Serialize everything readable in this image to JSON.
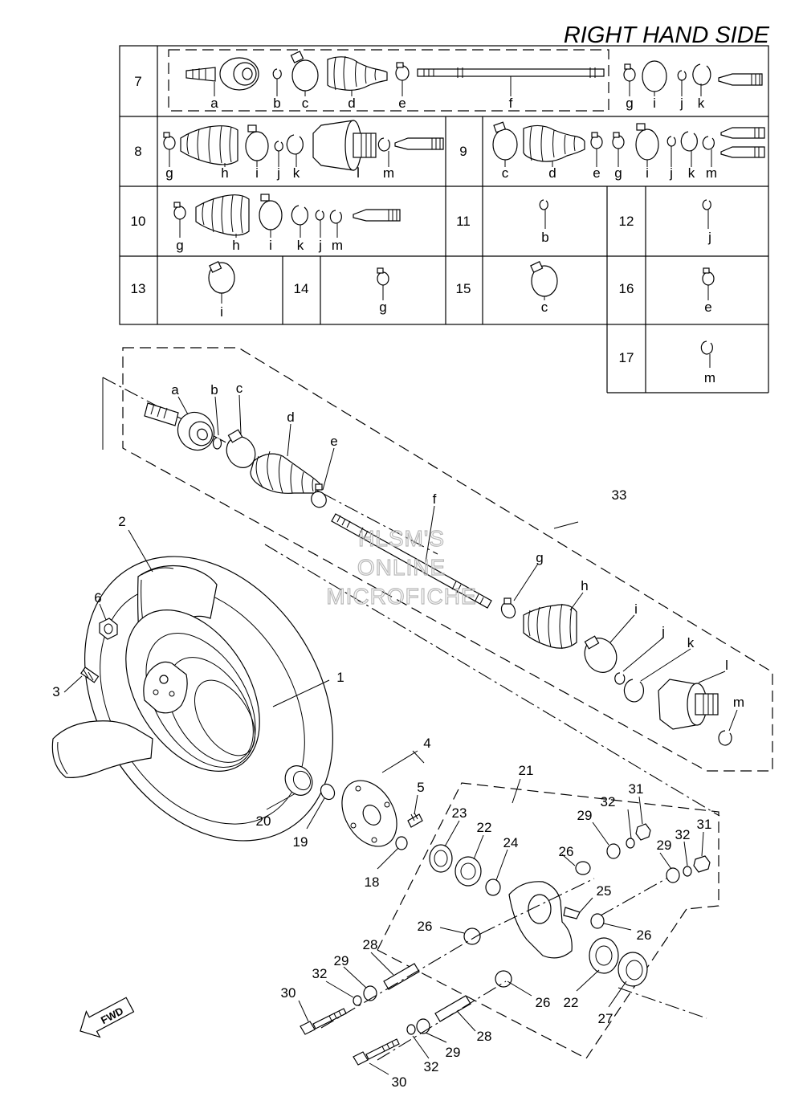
{
  "title": "RIGHT HAND SIDE",
  "watermark": [
    "HLSM'S",
    "ONLINE",
    "MICROFICHE"
  ],
  "fwd_label": "FWD",
  "kits": [
    {
      "ref": "7",
      "parts": [
        "a",
        "b",
        "c",
        "d",
        "e",
        "f",
        "g",
        "i",
        "j",
        "k"
      ]
    },
    {
      "ref": "8",
      "parts": [
        "g",
        "h",
        "i",
        "j",
        "k",
        "l",
        "m"
      ]
    },
    {
      "ref": "9",
      "parts": [
        "c",
        "d",
        "e",
        "g",
        "i",
        "j",
        "k",
        "m"
      ]
    },
    {
      "ref": "10",
      "parts": [
        "g",
        "h",
        "i",
        "k",
        "j",
        "m"
      ]
    },
    {
      "ref": "11",
      "parts": [
        "b"
      ]
    },
    {
      "ref": "12",
      "parts": [
        "j"
      ]
    },
    {
      "ref": "13",
      "parts": [
        "i"
      ]
    },
    {
      "ref": "14",
      "parts": [
        "g"
      ]
    },
    {
      "ref": "15",
      "parts": [
        "c"
      ]
    },
    {
      "ref": "16",
      "parts": [
        "e"
      ]
    },
    {
      "ref": "17",
      "parts": [
        "m"
      ]
    }
  ],
  "shaft_components": [
    "a",
    "b",
    "c",
    "d",
    "e",
    "f",
    "g",
    "h",
    "i",
    "j",
    "k",
    "l",
    "m"
  ],
  "callouts": [
    "1",
    "2",
    "3",
    "4",
    "5",
    "6",
    "18",
    "19",
    "20",
    "21",
    "22",
    "22",
    "23",
    "24",
    "25",
    "26",
    "26",
    "26",
    "26",
    "27",
    "28",
    "28",
    "29",
    "29",
    "29",
    "29",
    "30",
    "30",
    "31",
    "31",
    "32",
    "32",
    "32",
    "32",
    "33"
  ]
}
